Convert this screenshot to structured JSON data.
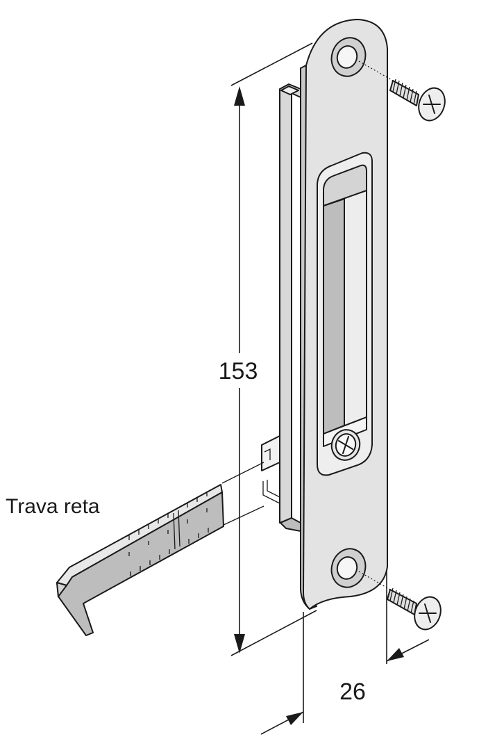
{
  "diagram": {
    "dimensions": {
      "height": "153",
      "width": "26"
    },
    "labels": {
      "strike_bar": "Trava reta"
    },
    "colors": {
      "plate_face": "#e3e3e3",
      "plate_side": "#c9c9c9",
      "shadow": "#a8a8a8",
      "line": "#1a1a1a"
    },
    "icons": [
      "screw-icon",
      "phillips-screw-icon"
    ]
  }
}
